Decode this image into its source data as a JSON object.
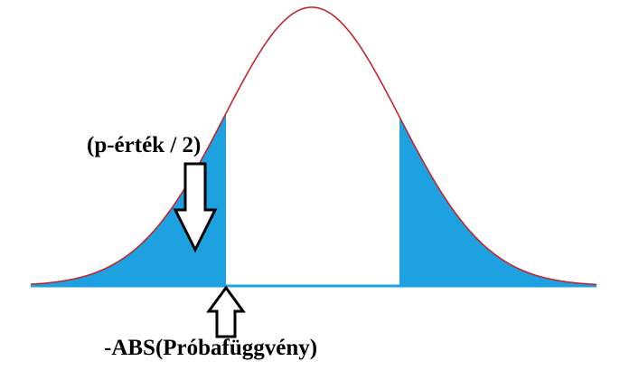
{
  "labels": {
    "p_value_half": "(p-érték / 2)",
    "neg_abs_test_stat": "-ABS(Próbafüggvény)"
  },
  "colors": {
    "curve": "#c0282b",
    "shaded_tail": "#1ea1e0",
    "baseline": "#1ea1e0",
    "arrow_outline": "#000000",
    "arrow_fill": "#ffffff",
    "text": "#000000"
  },
  "icons": {
    "down_arrow": "hollow-down-arrow",
    "up_arrow": "hollow-up-arrow"
  },
  "distribution": {
    "type": "normal",
    "tails_shaded": "both"
  }
}
